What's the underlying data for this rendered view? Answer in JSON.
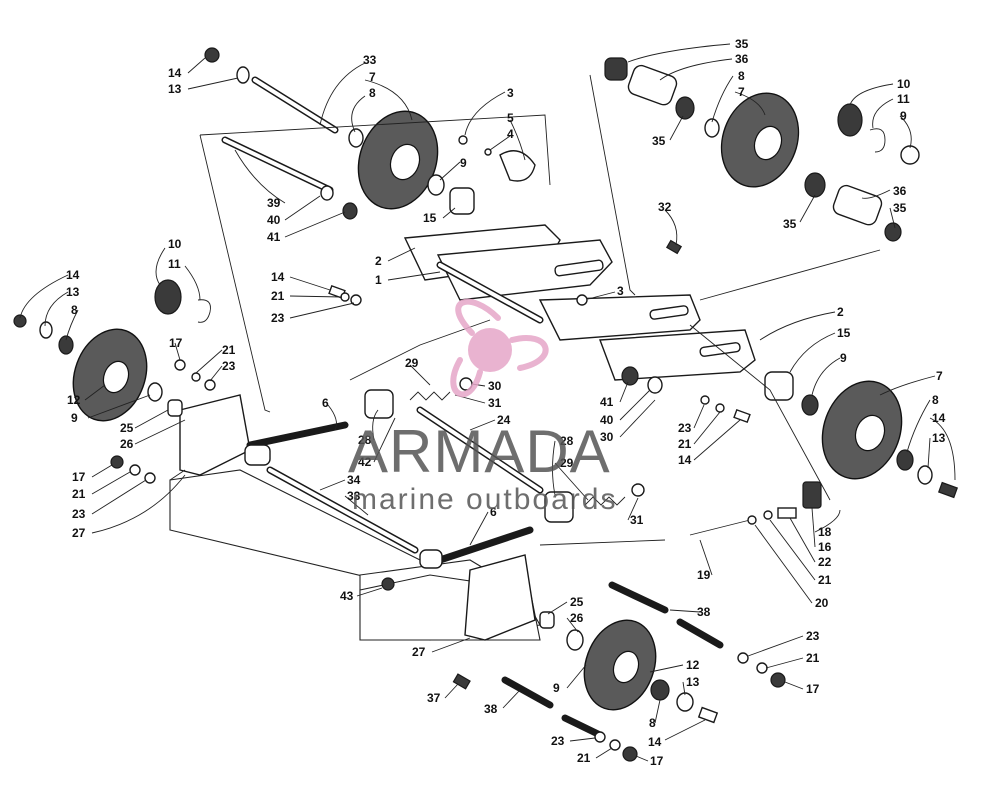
{
  "watermark": {
    "brand": "ARMADA",
    "tagline": "marine outboards",
    "logo_icon": "propeller-icon",
    "colors": {
      "logo": "#e6a6c8",
      "text": "#555555"
    }
  },
  "callouts": [
    {
      "id": "c1",
      "label": "14"
    },
    {
      "id": "c2",
      "label": "13"
    },
    {
      "id": "c3",
      "label": "33"
    },
    {
      "id": "c4",
      "label": "7"
    },
    {
      "id": "c5",
      "label": "8"
    },
    {
      "id": "c6",
      "label": "3"
    },
    {
      "id": "c7",
      "label": "5"
    },
    {
      "id": "c8",
      "label": "4"
    },
    {
      "id": "c9",
      "label": "9"
    },
    {
      "id": "c10",
      "label": "15"
    },
    {
      "id": "c11",
      "label": "39"
    },
    {
      "id": "c12",
      "label": "40"
    },
    {
      "id": "c13",
      "label": "41"
    },
    {
      "id": "c14",
      "label": "35"
    },
    {
      "id": "c15",
      "label": "36"
    },
    {
      "id": "c16",
      "label": "8"
    },
    {
      "id": "c17",
      "label": "7"
    },
    {
      "id": "c18",
      "label": "35"
    },
    {
      "id": "c19",
      "label": "10"
    },
    {
      "id": "c20",
      "label": "11"
    },
    {
      "id": "c21",
      "label": "9"
    },
    {
      "id": "c22",
      "label": "36"
    },
    {
      "id": "c23",
      "label": "35"
    },
    {
      "id": "c24",
      "label": "35"
    },
    {
      "id": "c25",
      "label": "32"
    },
    {
      "id": "c26",
      "label": "2"
    },
    {
      "id": "c27",
      "label": "1"
    },
    {
      "id": "c28",
      "label": "14"
    },
    {
      "id": "c29",
      "label": "21"
    },
    {
      "id": "c30",
      "label": "23"
    },
    {
      "id": "c31",
      "label": "3"
    },
    {
      "id": "c32",
      "label": "10"
    },
    {
      "id": "c33",
      "label": "11"
    },
    {
      "id": "c34",
      "label": "14"
    },
    {
      "id": "c35",
      "label": "13"
    },
    {
      "id": "c36",
      "label": "8"
    },
    {
      "id": "c37",
      "label": "17"
    },
    {
      "id": "c38",
      "label": "21"
    },
    {
      "id": "c39",
      "label": "23"
    },
    {
      "id": "c40",
      "label": "12"
    },
    {
      "id": "c41",
      "label": "9"
    },
    {
      "id": "c42",
      "label": "25"
    },
    {
      "id": "c43",
      "label": "26"
    },
    {
      "id": "c44",
      "label": "2"
    },
    {
      "id": "c45",
      "label": "15"
    },
    {
      "id": "c46",
      "label": "9"
    },
    {
      "id": "c47",
      "label": "7"
    },
    {
      "id": "c48",
      "label": "8"
    },
    {
      "id": "c49",
      "label": "14"
    },
    {
      "id": "c50",
      "label": "13"
    },
    {
      "id": "c51",
      "label": "29"
    },
    {
      "id": "c52",
      "label": "30"
    },
    {
      "id": "c53",
      "label": "31"
    },
    {
      "id": "c54",
      "label": "6"
    },
    {
      "id": "c55",
      "label": "28"
    },
    {
      "id": "c56",
      "label": "42"
    },
    {
      "id": "c57",
      "label": "24"
    },
    {
      "id": "c58",
      "label": "41"
    },
    {
      "id": "c59",
      "label": "40"
    },
    {
      "id": "c60",
      "label": "30"
    },
    {
      "id": "c61",
      "label": "23"
    },
    {
      "id": "c62",
      "label": "21"
    },
    {
      "id": "c63",
      "label": "14"
    },
    {
      "id": "c64",
      "label": "17"
    },
    {
      "id": "c65",
      "label": "21"
    },
    {
      "id": "c66",
      "label": "23"
    },
    {
      "id": "c67",
      "label": "27"
    },
    {
      "id": "c68",
      "label": "34"
    },
    {
      "id": "c69",
      "label": "33"
    },
    {
      "id": "c70",
      "label": "28"
    },
    {
      "id": "c71",
      "label": "29"
    },
    {
      "id": "c72",
      "label": "31"
    },
    {
      "id": "c73",
      "label": "6"
    },
    {
      "id": "c74",
      "label": "18"
    },
    {
      "id": "c75",
      "label": "16"
    },
    {
      "id": "c76",
      "label": "22"
    },
    {
      "id": "c77",
      "label": "21"
    },
    {
      "id": "c78",
      "label": "20"
    },
    {
      "id": "c79",
      "label": "19"
    },
    {
      "id": "c80",
      "label": "43"
    },
    {
      "id": "c81",
      "label": "25"
    },
    {
      "id": "c82",
      "label": "26"
    },
    {
      "id": "c83",
      "label": "27"
    },
    {
      "id": "c84",
      "label": "38"
    },
    {
      "id": "c85",
      "label": "23"
    },
    {
      "id": "c86",
      "label": "21"
    },
    {
      "id": "c87",
      "label": "17"
    },
    {
      "id": "c88",
      "label": "12"
    },
    {
      "id": "c89",
      "label": "13"
    },
    {
      "id": "c90",
      "label": "9"
    },
    {
      "id": "c91",
      "label": "8"
    },
    {
      "id": "c92",
      "label": "14"
    },
    {
      "id": "c93",
      "label": "37"
    },
    {
      "id": "c94",
      "label": "38"
    },
    {
      "id": "c95",
      "label": "23"
    },
    {
      "id": "c96",
      "label": "21"
    },
    {
      "id": "c97",
      "label": "17"
    }
  ]
}
